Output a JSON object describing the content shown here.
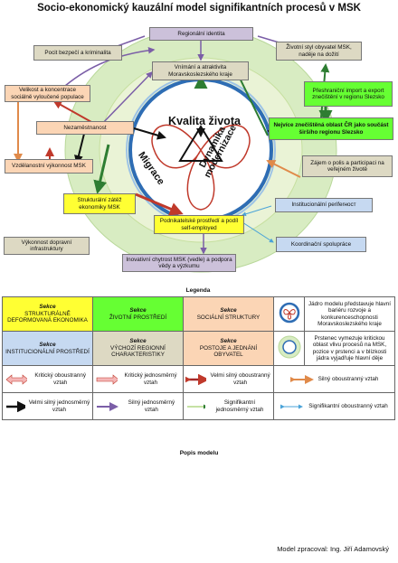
{
  "title": "Socio-ekonomický kauzální model signifikantních procesů v MSK",
  "core": {
    "top": "Kvalita života",
    "left": "Migrace",
    "right_line1": "Dynamika",
    "right_line2": "modernizace"
  },
  "nodes": {
    "regionalni_identita": "Regionální identita",
    "pocit_bezpeci": "Pocit bezpečí a kriminalita",
    "zivotni_styl": "Životní styl obyvatel MSK, naděje na dožití",
    "vnimani": "Vnímání a atraktivita Moravskoslezského kraje",
    "velikost_koncentrace": "Velikost a koncentrace sociálně vyloučené populace",
    "prehranicni": "Přeshraniční import a export znečištění v regionu Slezsko",
    "nezamestnanost": "Nezaměstnanost",
    "nejvice_znecistena": "Nejvíce znečištěná oblast ČR jako součást širšího regionu Slezsko",
    "vzdelanostni": "Vzdělanostní výkonnost MSK",
    "zajem_o_polis": "Zájem o polis a participaci na veřejném životě",
    "strukturalni_zatez": "Strukturální zátěž ekonomiky MSK",
    "institucionalni": "Institucionální periferност",
    "podnikatelske": "Podnikatelské prostředí a podíl self-employed",
    "vykonnost_dopravni": "Výkonnost dopravní infrastruktury",
    "koordinacni": "Koordinační spolupráce",
    "inovativni": "Inovativní chytrost MSK (vedle) a podpora vědy a výzkumu"
  },
  "legend": {
    "title": "Legenda",
    "sekce": "Sekce",
    "sect_strukturalne": "STRUKTURÁLNĚ DEFORMOVANÁ EKONOMIKA",
    "sect_zivotni": "ŽIVOTNÍ PROSTŘEDÍ",
    "sect_socialni": "SOCIÁLNÍ STRUKTURY",
    "sect_institucionalni": "INSTITUCIONÁLNÍ PROSTŘEDÍ",
    "sect_vychozi": "VÝCHOZÍ REGIONNÍ CHARAKTERISTIKY",
    "sect_postoje": "POSTOJE A JEDNÁNÍ OBYVATEL",
    "core_text": "Jádro modelu představuje hlavní bariéru rozvoje a konkurenceschopnosti Moravskoslezského kraje",
    "ring_text": "Prstenec vymezuje kritickou oblast vlivu procesů na MSK, pozice v prstenci a v blízkosti jádra vyjadřuje hlavní děje",
    "kriticky_oboustranny": "Kritický oboustranný vztah",
    "kriticky_jednosmerny": "Kritický jednosměrný vztah",
    "velmi_silny_oboustranny": "Velmi silný oboustranný vztah",
    "silny_oboustranny": "Silný oboustranný vztah",
    "velmi_silny_jednosmerny": "Velmi silný jednosměrný vztah",
    "silny_jednosmerny": "Silný jednosměrný vztah",
    "signifikantni_jednosmerny": "Signifikantní jednosměrný vztah",
    "signifikantni_oboustranny": "Signifikantní oboustranný vztah"
  },
  "popis": "Popis modelu",
  "author": "Model zpracoval: Ing. Jiří Adamovský",
  "colors": {
    "yellow": "#ffff33",
    "green": "#66ff33",
    "salmon": "#fbd5b5",
    "blue": "#c6d9f1",
    "tan": "#ddd9c3",
    "lilac": "#ccc1da",
    "ring_outer": "#d8ecc2",
    "ring_inner": "#eaf3d6",
    "core_blue": "#2e6db4"
  }
}
